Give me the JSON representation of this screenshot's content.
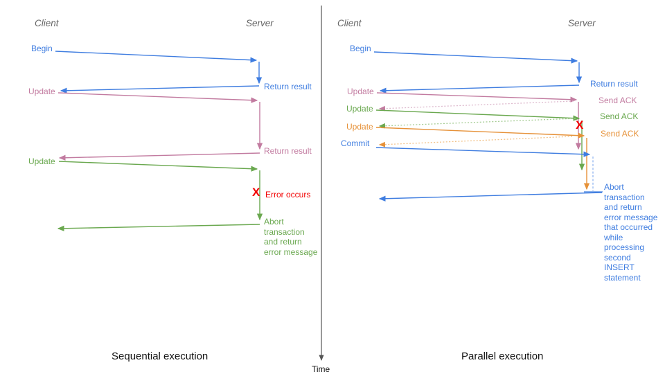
{
  "colors": {
    "blue": "#3f7de0",
    "pink": "#c27ba0",
    "green": "#6aa84f",
    "orange": "#e69138",
    "red": "#f20000",
    "header_gray": "#666666",
    "axis_gray": "#555555"
  },
  "time_axis": {
    "label": "Time"
  },
  "left": {
    "caption": "Sequential execution",
    "client_header": "Client",
    "server_header": "Server",
    "labels": {
      "begin": "Begin",
      "return_result_1": "Return result",
      "update_1": "Update",
      "return_result_2": "Return result",
      "update_2": "Update",
      "error_x": "X",
      "error_occurs": "Error occurs",
      "abort": "Abort\ntransaction\nand return\nerror message"
    }
  },
  "right": {
    "caption": "Parallel execution",
    "client_header": "Client",
    "server_header": "Server",
    "labels": {
      "begin": "Begin",
      "return_result": "Return result",
      "update_1": "Update",
      "send_ack_1": "Send ACK",
      "update_2": "Update",
      "send_ack_2": "Send ACK",
      "update_3": "Update",
      "send_ack_3": "Send ACK",
      "commit": "Commit",
      "error_x": "X",
      "abort": "Abort\ntransaction\nand return\nerror message\nthat occurred\nwhile\nprocessing\nsecond\nINSERT\nstatement"
    }
  }
}
